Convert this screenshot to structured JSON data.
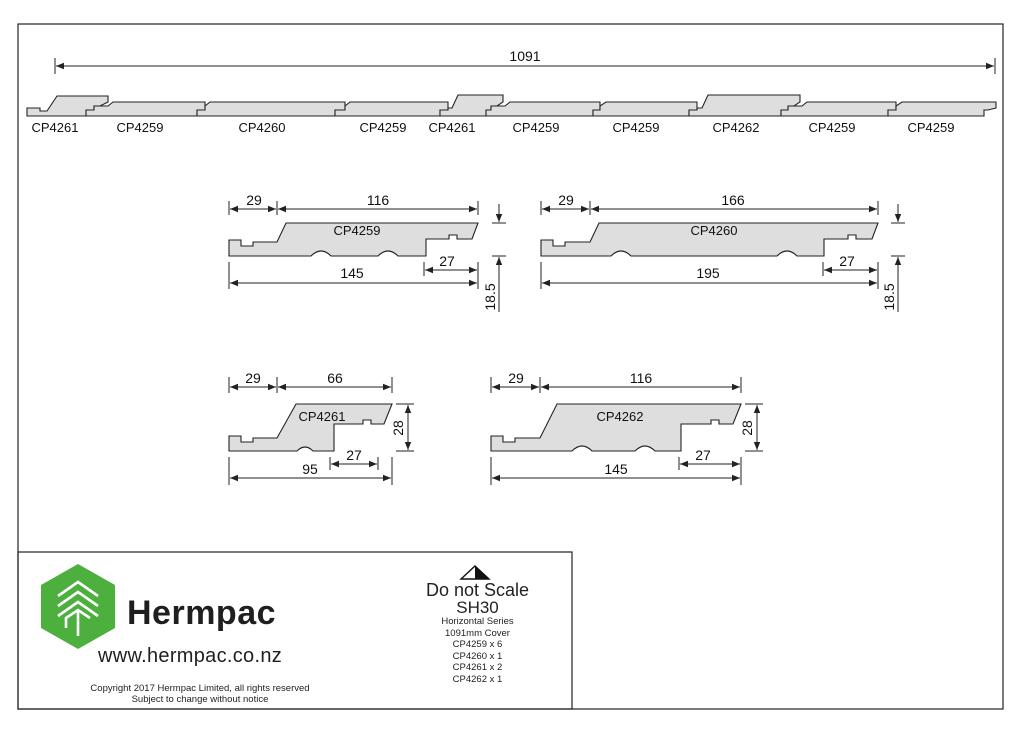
{
  "overall": {
    "width_label": "1091"
  },
  "strip_labels": [
    "CP4261",
    "CP4259",
    "CP4260",
    "CP4259",
    "CP4261",
    "CP4259",
    "CP4259",
    "CP4262",
    "CP4259",
    "CP4259"
  ],
  "details": {
    "cp4259": {
      "name": "CP4259",
      "tongue": "29",
      "face": "116",
      "overall": "145",
      "lap": "27",
      "thickness": "18.5"
    },
    "cp4260": {
      "name": "CP4260",
      "tongue": "29",
      "face": "166",
      "overall": "195",
      "lap": "27",
      "thickness": "18.5"
    },
    "cp4261": {
      "name": "CP4261",
      "tongue": "29",
      "face": "66",
      "overall": "95",
      "lap": "27",
      "thickness": "28"
    },
    "cp4262": {
      "name": "CP4262",
      "tongue": "29",
      "face": "116",
      "overall": "145",
      "lap": "27",
      "thickness": "28"
    }
  },
  "title_block": {
    "brand": "Hermpac",
    "url": "www.hermpac.co.nz",
    "copyright": "Copyright 2017 Hermpac Limited, all rights reserved",
    "notice": "Subject to change without notice",
    "warning": "Do not Scale",
    "code": "SH30",
    "series": "Horizontal Series",
    "cover": "1091mm Cover",
    "counts": [
      "CP4259 x 6",
      "CP4260 x 1",
      "CP4261 x 2",
      "CP4262 x 1"
    ],
    "logo_color": "#4caf3e"
  }
}
